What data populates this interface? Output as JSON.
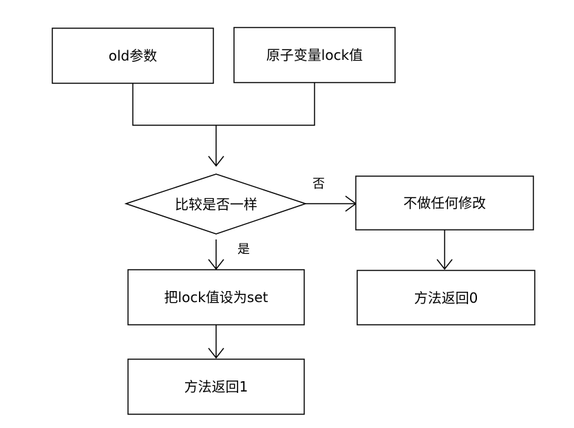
{
  "nodes": {
    "old_param": "old参数",
    "atomic_lock": "原子变量lock值",
    "compare": "比较是否一样",
    "no_change": "不做任何修改",
    "return_zero": "方法返回0",
    "set_lock": "把lock值设为set",
    "return_one": "方法返回1"
  },
  "edges": {
    "no": "否",
    "yes": "是"
  }
}
